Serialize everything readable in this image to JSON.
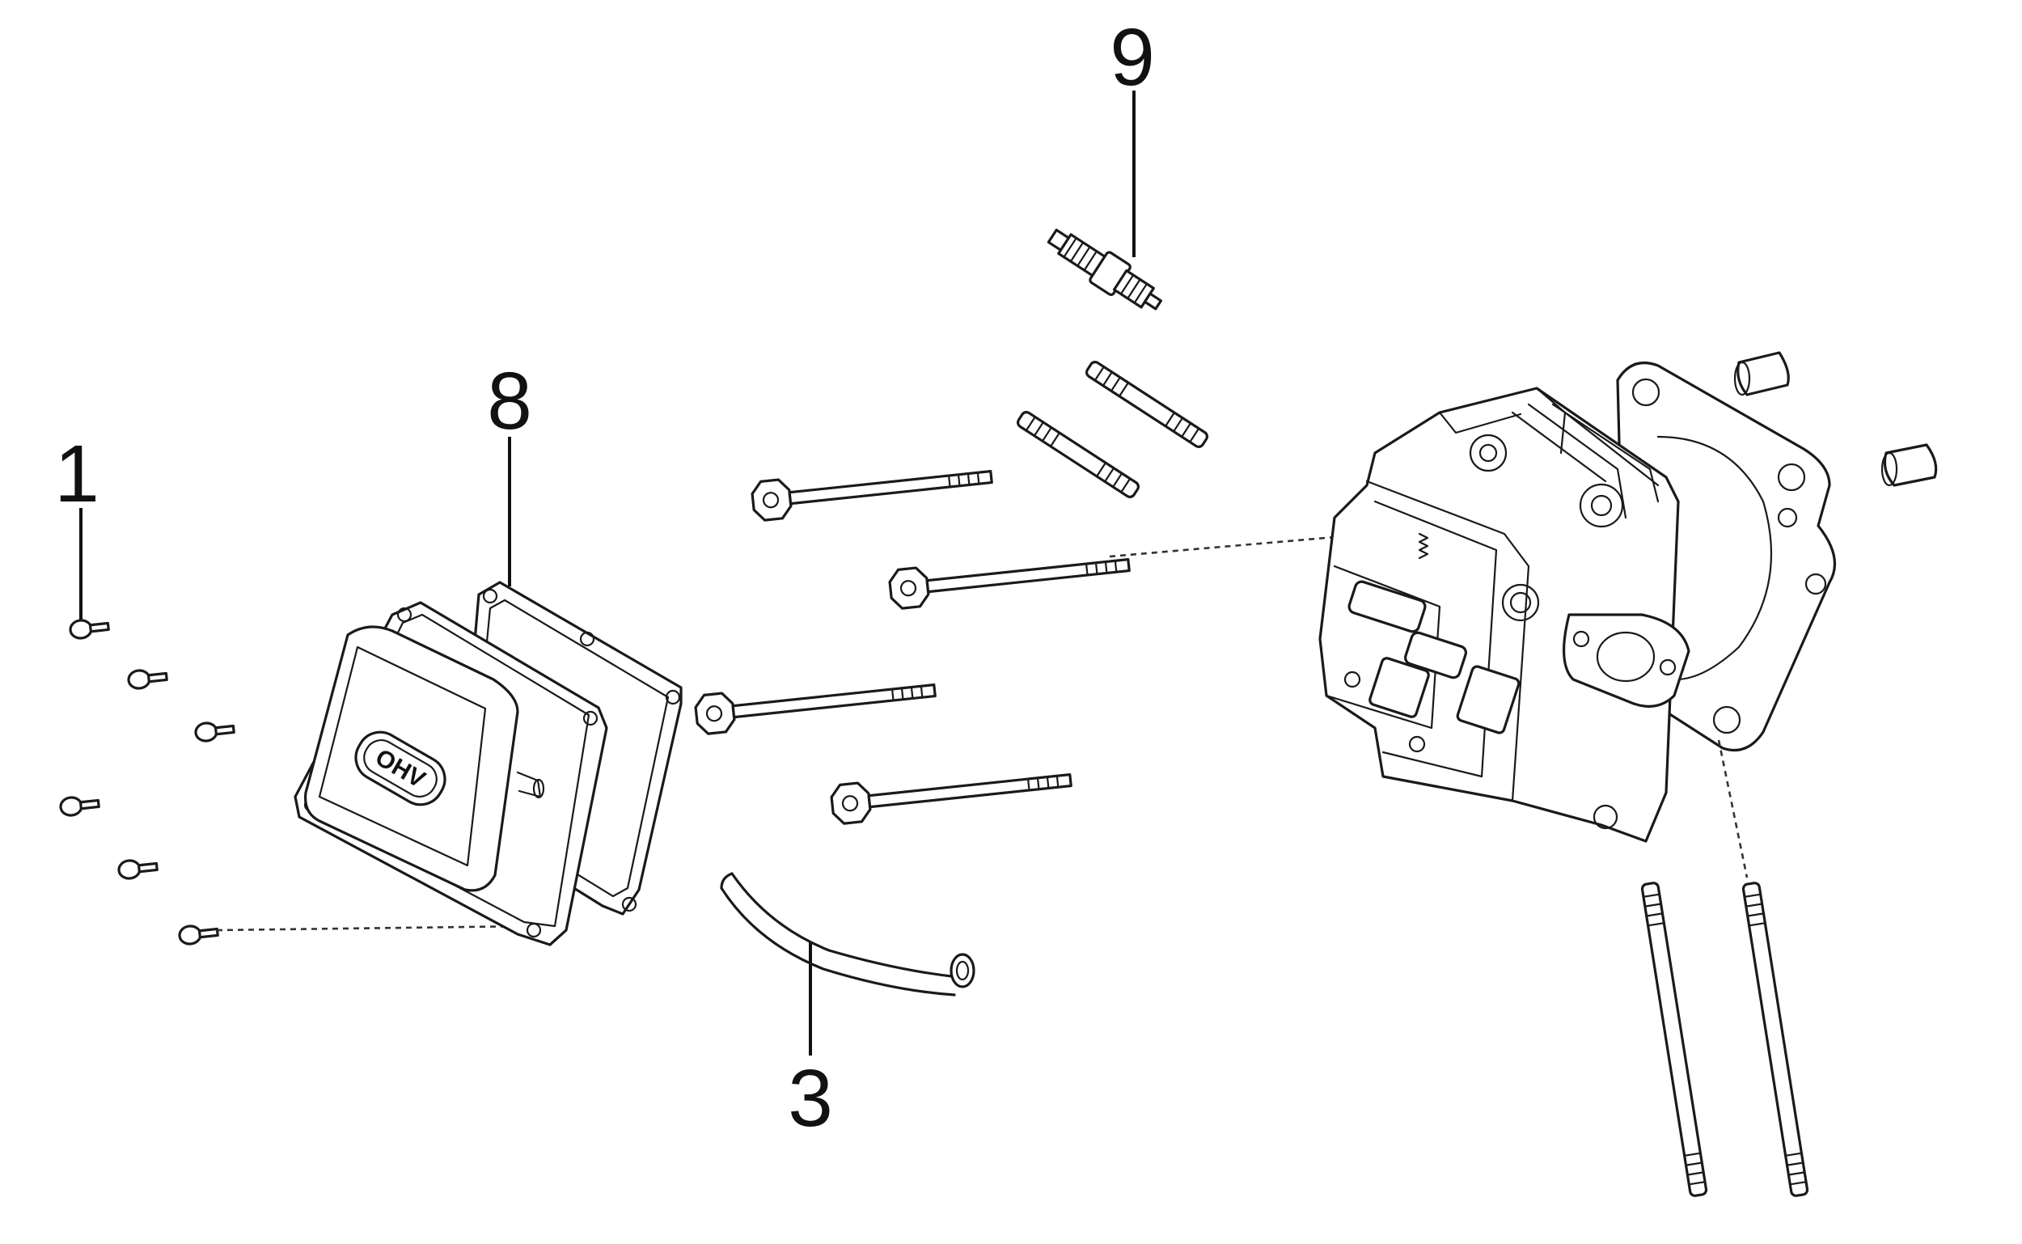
{
  "callouts": {
    "c1": "1",
    "c3": "3",
    "c8": "8",
    "c9": "9"
  },
  "logo": {
    "text": "OHV"
  },
  "colors": {
    "ink": "#1a1a1a",
    "background": "#ffffff"
  }
}
